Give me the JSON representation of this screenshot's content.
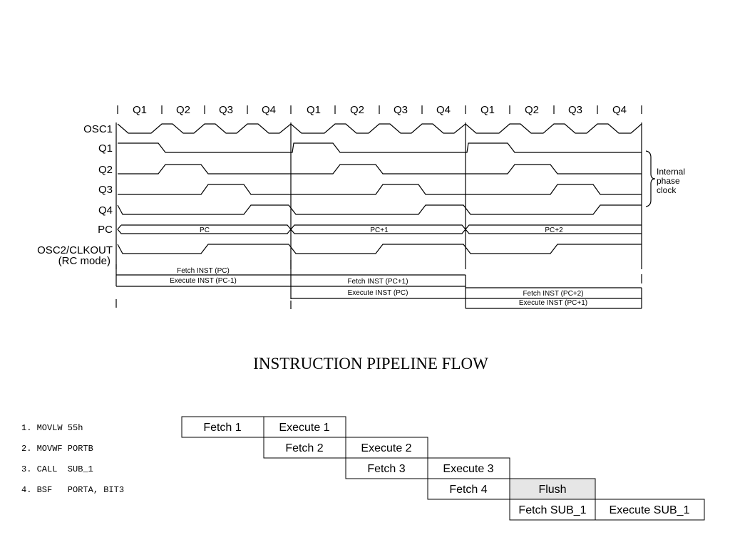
{
  "timing": {
    "quarters": [
      "Q1",
      "Q2",
      "Q3",
      "Q4",
      "Q1",
      "Q2",
      "Q3",
      "Q4",
      "Q1",
      "Q2",
      "Q3",
      "Q4"
    ],
    "signals": {
      "osc1": "OSC1",
      "q1": "Q1",
      "q2": "Q2",
      "q3": "Q3",
      "q4": "Q4",
      "pc": "PC",
      "osc2": "OSC2/CLKOUT",
      "rc": "(RC mode)"
    },
    "pc_values": [
      "PC",
      "PC+1",
      "PC+2"
    ],
    "internal_clock": [
      "Internal",
      "phase",
      "clock"
    ],
    "pipeline_bars": {
      "fetch_pc": "Fetch INST (PC)",
      "exec_pc_minus1": "Execute INST (PC-1)",
      "fetch_pc1": "Fetch INST (PC+1)",
      "exec_pc": "Execute INST (PC)",
      "fetch_pc2": "Fetch INST (PC+2)",
      "exec_pc1": "Execute INST (PC+1)"
    }
  },
  "flow": {
    "title": "INSTRUCTION PIPELINE FLOW",
    "instructions": [
      "1. MOVLW 55h",
      "2. MOVWF PORTB",
      "3. CALL  SUB_1",
      "4. BSF   PORTA, BIT3"
    ],
    "cells": {
      "fetch1": "Fetch 1",
      "exec1": "Execute 1",
      "fetch2": "Fetch 2",
      "exec2": "Execute 2",
      "fetch3": "Fetch 3",
      "exec3": "Execute 3",
      "fetch4": "Fetch 4",
      "flush": "Flush",
      "fetch_sub": "Fetch SUB_1",
      "exec_sub": "Execute SUB_1"
    },
    "flush_color": "#e6e6e6"
  }
}
